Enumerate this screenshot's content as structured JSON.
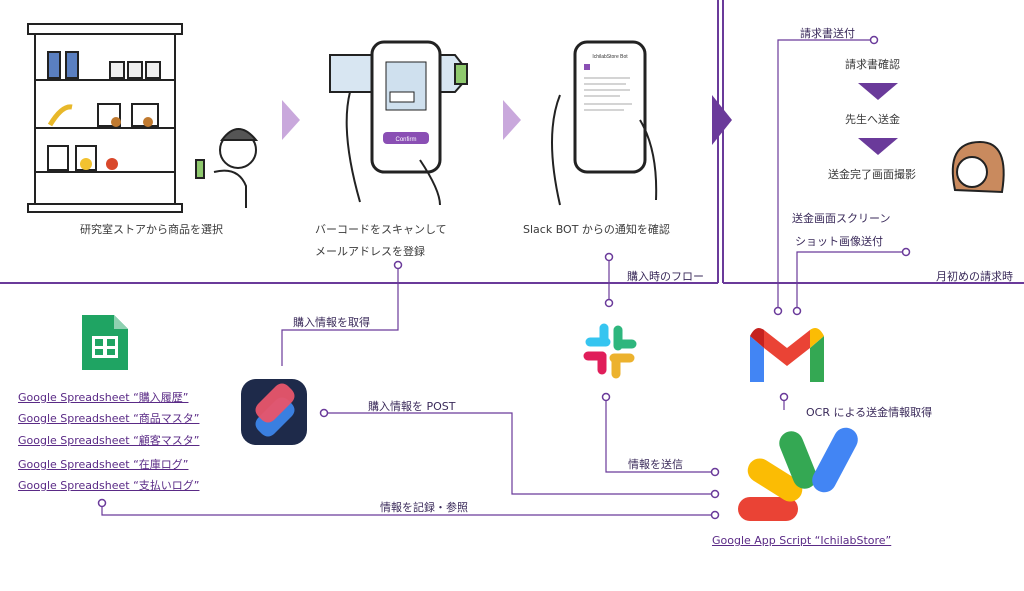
{
  "purchase_flow": {
    "steps": [
      {
        "label": "研究室ストアから商品を選択"
      },
      {
        "label_line1": "バーコードをスキャンして",
        "label_line2": "メールアドレスを登録"
      },
      {
        "label": "Slack BOT からの通知を確認"
      }
    ],
    "section_label": "購入時のフロー",
    "phone_screen": {
      "confirm_button": "Confirm",
      "chat_header": "IchilabStore Bot"
    }
  },
  "monthly_flow": {
    "section_label": "月初めの請求時",
    "send_invoice": "請求書送付",
    "steps": [
      "請求書確認",
      "先生へ送金",
      "送金完了画面撮影"
    ],
    "send_screenshot_line1": "送金画面スクリーン",
    "send_screenshot_line2": "ショット画像送付"
  },
  "connections": {
    "get_purchase_info": "購入情報を取得",
    "post_purchase_info": "購入情報を POST",
    "send_info": "情報を送信",
    "record_reference": "情報を記録・参照",
    "ocr": "OCR による送金情報取得"
  },
  "spreadsheets": [
    "Google Spreadsheet “購入履歴”",
    "Google Spreadsheet “商品マスタ”",
    "Google Spreadsheet “顧客マスタ”",
    "Google Spreadsheet “在庫ログ”",
    "Google Spreadsheet “支払いログ”"
  ],
  "gas_label": "Google App Script “IchilabStore”",
  "icons": [
    "google-sheets-icon",
    "shortcuts-icon",
    "slack-icon",
    "gmail-icon",
    "apps-script-icon"
  ],
  "colors": {
    "accent": "#6a3a9a",
    "arrow_light": "#c9a8dc",
    "link": "#5a2a86"
  }
}
